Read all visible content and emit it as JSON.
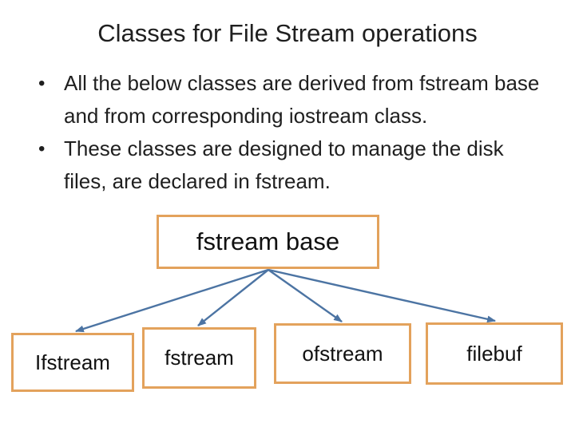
{
  "slide": {
    "title": "Classes for File Stream operations",
    "bullet_char": "•",
    "bullets": [
      "All the below classes are derived from fstream base and from corresponding iostream class.",
      "These classes are designed to manage the disk files, are declared in fstream."
    ],
    "diagram": {
      "root": "fstream base",
      "children": [
        "Ifstream",
        "fstream",
        "ofstream",
        "filebuf"
      ],
      "edges": [
        [
          "fstream base",
          "Ifstream"
        ],
        [
          "fstream base",
          "fstream"
        ],
        [
          "fstream base",
          "ofstream"
        ],
        [
          "fstream base",
          "filebuf"
        ]
      ]
    },
    "colors": {
      "background": "#FFFFFF",
      "text": "#1F1F1F",
      "box_border": "#E3A25C",
      "connector": "#4C74A3"
    }
  }
}
